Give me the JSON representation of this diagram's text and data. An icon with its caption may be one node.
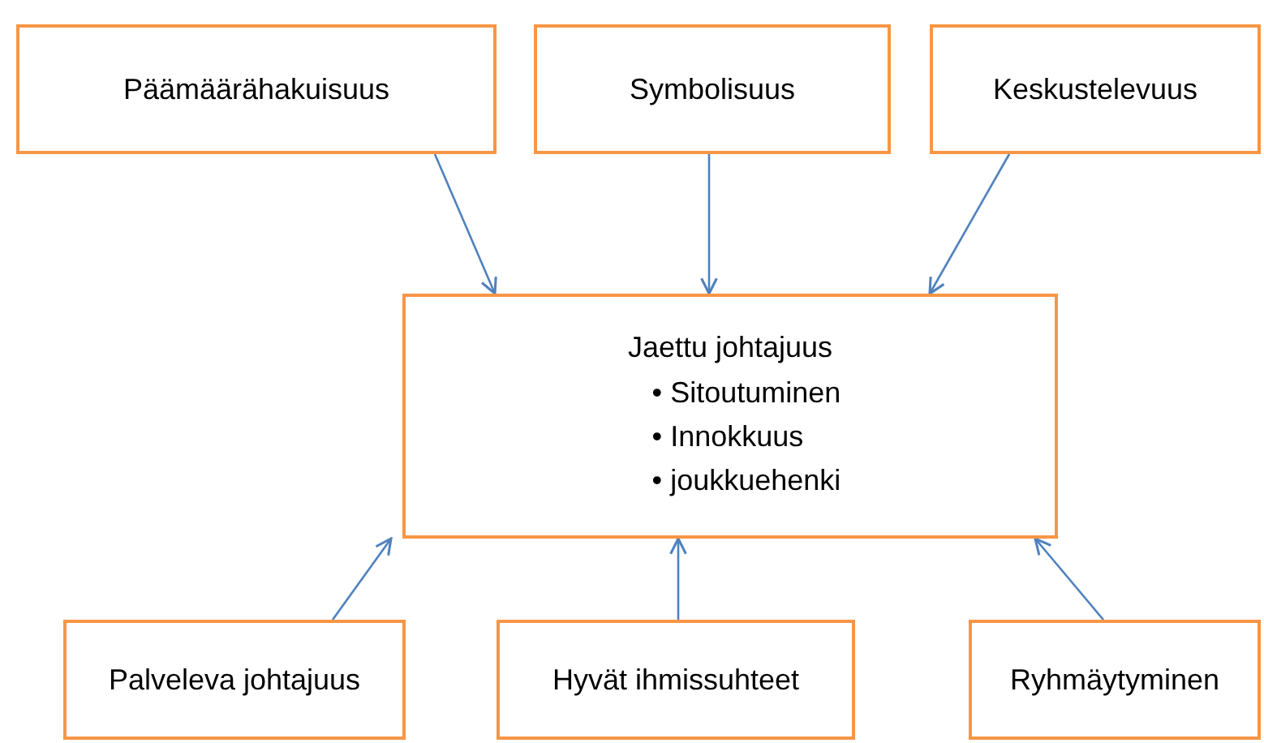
{
  "diagram": {
    "nodes": [
      {
        "text": [
          "Päämäärähakuisuus"
        ]
      },
      {
        "text": [
          "Symbolisuus"
        ]
      },
      {
        "text": [
          "Keskustelevuus"
        ]
      },
      {
        "text": [
          "Jaettu johtajuus",
          "• Sitoutuminen",
          "• Innokkuus",
          "• joukkuehenki"
        ]
      },
      {
        "text": [
          "Palveleva johtajuus"
        ]
      },
      {
        "text": [
          "Hyvät ihmissuhteet"
        ]
      },
      {
        "text": [
          "Ryhmäytyminen"
        ]
      }
    ],
    "edges": [
      {
        "from": 0,
        "to": 3,
        "arrow": "to"
      },
      {
        "from": 1,
        "to": 3,
        "arrow": "to"
      },
      {
        "from": 2,
        "to": 3,
        "arrow": "to"
      },
      {
        "from": 4,
        "to": 3,
        "arrow": "to"
      },
      {
        "from": 5,
        "to": 3,
        "arrow": "to"
      },
      {
        "from": 6,
        "to": 3,
        "arrow": "to"
      }
    ]
  }
}
